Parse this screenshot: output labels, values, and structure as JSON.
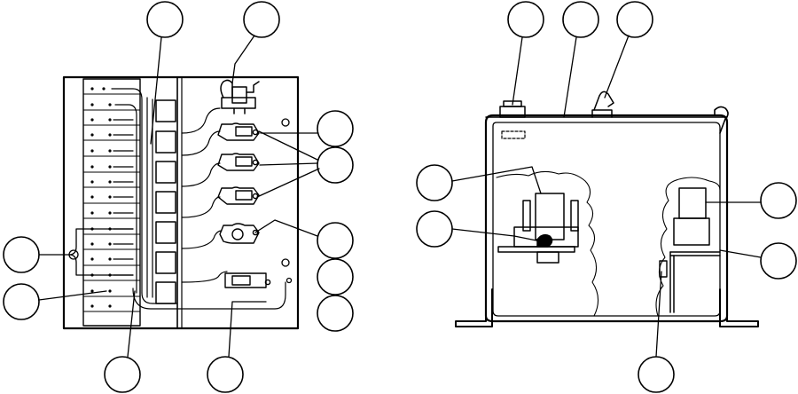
{
  "figure": {
    "left_view": {
      "callouts": [
        {
          "id": "L-top-1"
        },
        {
          "id": "L-top-2"
        },
        {
          "id": "L-right-1"
        },
        {
          "id": "L-right-2"
        },
        {
          "id": "L-right-3"
        },
        {
          "id": "L-right-4"
        },
        {
          "id": "L-right-5"
        },
        {
          "id": "L-left-1"
        },
        {
          "id": "L-left-2"
        },
        {
          "id": "L-bottom-1"
        },
        {
          "id": "L-bottom-2"
        }
      ]
    },
    "right_view": {
      "callouts": [
        {
          "id": "R-top-1"
        },
        {
          "id": "R-top-2"
        },
        {
          "id": "R-top-3"
        },
        {
          "id": "R-left-1"
        },
        {
          "id": "R-left-2"
        },
        {
          "id": "R-right-1"
        },
        {
          "id": "R-right-2"
        },
        {
          "id": "R-bottom-1"
        }
      ]
    }
  },
  "colors": {
    "line": "#000000",
    "background": "#ffffff"
  }
}
